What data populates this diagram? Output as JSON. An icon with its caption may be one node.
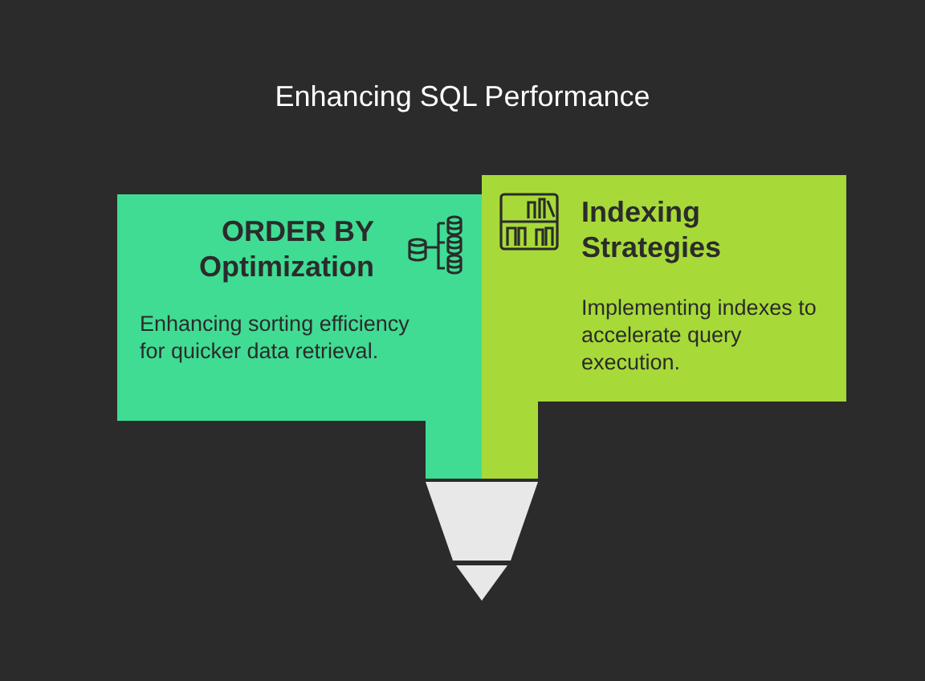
{
  "diagram": {
    "title": "Enhancing SQL Performance",
    "nodes": [
      {
        "text": [
          "ORDER BY Optimization",
          "Enhancing sorting efficiency for quicker data retrieval."
        ]
      },
      {
        "text": [
          "Indexing Strategies",
          "Implementing indexes to accelerate query execution."
        ]
      }
    ]
  }
}
